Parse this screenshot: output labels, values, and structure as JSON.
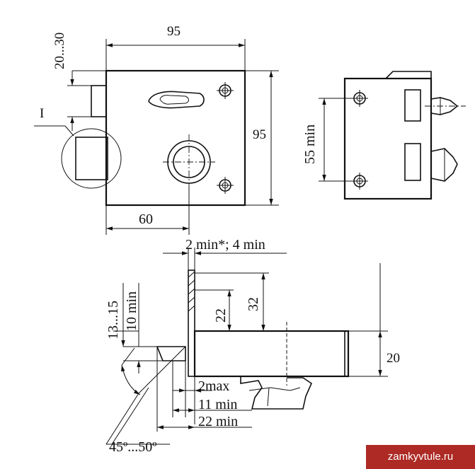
{
  "labels": {
    "width_top": "95",
    "offset_top": "20...30",
    "detail_marker": "I",
    "height_right": "95",
    "bottom_60": "60",
    "spacing_55": "55 min",
    "gap_2_4": "2 min*; 4 min",
    "dim_13_15": "13...15",
    "dim_10": "10 min",
    "dim_22v": "22",
    "dim_32": "32",
    "dim_20": "20",
    "dim_2max": "2max",
    "dim_11": "11 min",
    "dim_22h": "22 min",
    "angle": "45º...50º"
  },
  "watermark": "zamkyvtule.ru"
}
